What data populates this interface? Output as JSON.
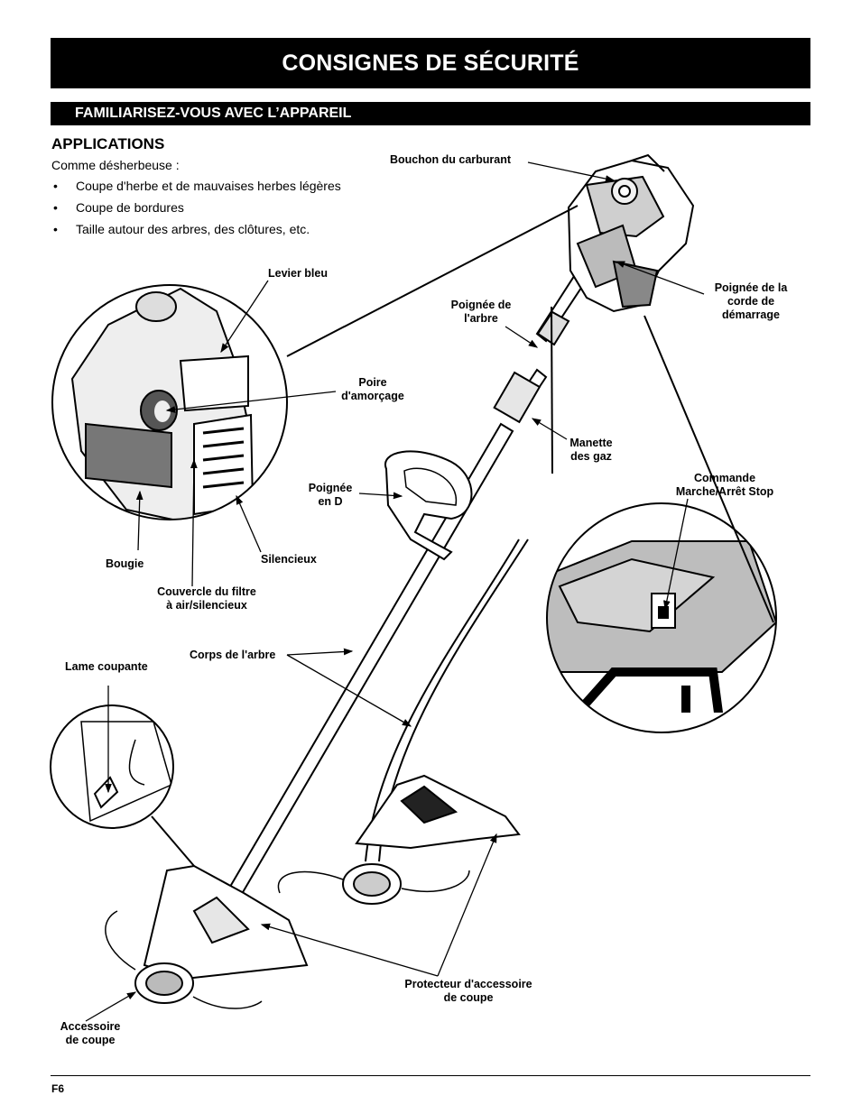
{
  "header": {
    "title": "CONSIGNES DE SÉCURITÉ"
  },
  "section": {
    "title": "FAMILIARISEZ-VOUS AVEC L’APPAREIL"
  },
  "applications": {
    "heading": "APPLICATIONS",
    "intro": "Comme désherbeuse :",
    "items": [
      "Coupe d'herbe et de mauvaises herbes légères",
      "Coupe de bordures",
      "Taille autour des arbres, des clôtures, etc."
    ]
  },
  "labels": {
    "fuel_cap": "Bouchon du carburant",
    "blue_lever": "Levier bleu",
    "starter_rope_handle": [
      "Poignée de la",
      "corde de",
      "démarrage"
    ],
    "shaft_grip": [
      "Poignée de",
      "l'arbre"
    ],
    "primer_bulb": [
      "Poire",
      "d'amorçage"
    ],
    "throttle_control": [
      "Manette",
      "des gaz"
    ],
    "d_handle": [
      "Poignée",
      "en D"
    ],
    "on_off_switch": [
      "Commande",
      "Marche/Arrêt Stop"
    ],
    "spark_plug": "Bougie",
    "muffler": "Silencieux",
    "air_filter_cover": [
      "Couvercle du filtre",
      "à air/silencieux"
    ],
    "cutting_blade": "Lame coupante",
    "shaft": "Corps de l'arbre",
    "attachment_shield": [
      "Protecteur d'accessoire",
      "de coupe"
    ],
    "cutting_attachment": [
      "Accessoire",
      "de coupe"
    ]
  },
  "footer": {
    "page": "F6"
  }
}
